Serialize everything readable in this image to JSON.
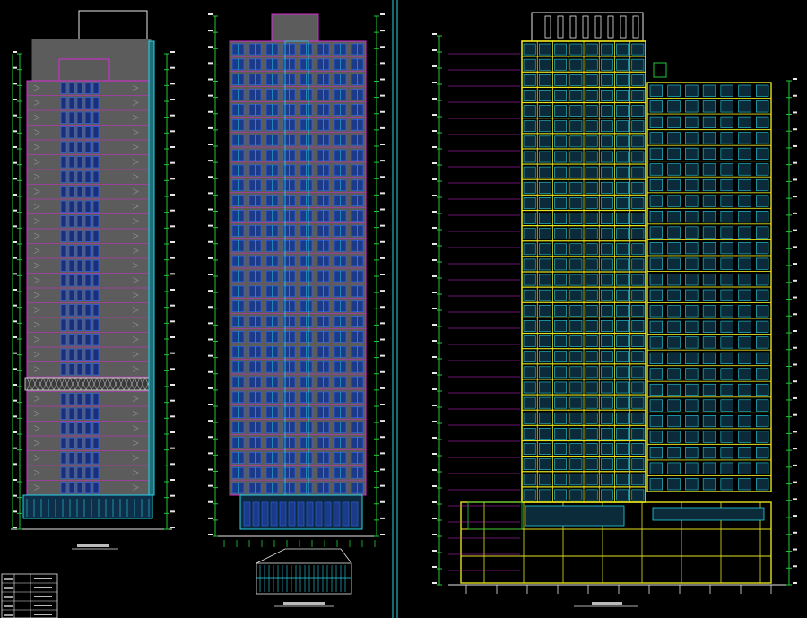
{
  "app": {
    "title": ""
  },
  "colors": {
    "background": "#000000",
    "cyan": "#29d3e6",
    "magenta": "#d62bd6",
    "yellow": "#e4e21c",
    "green": "#22c83a",
    "white": "#e8e8e8",
    "blue": "#2e63e6",
    "gray": "#5c5c5c"
  },
  "drawings": [
    {
      "id": "elevation-a",
      "floors": 28,
      "bays": 5
    },
    {
      "id": "elevation-b",
      "floors": 30,
      "bays": 8
    },
    {
      "id": "section-c",
      "tower_floors": 30,
      "podium_floors": 3
    }
  ]
}
